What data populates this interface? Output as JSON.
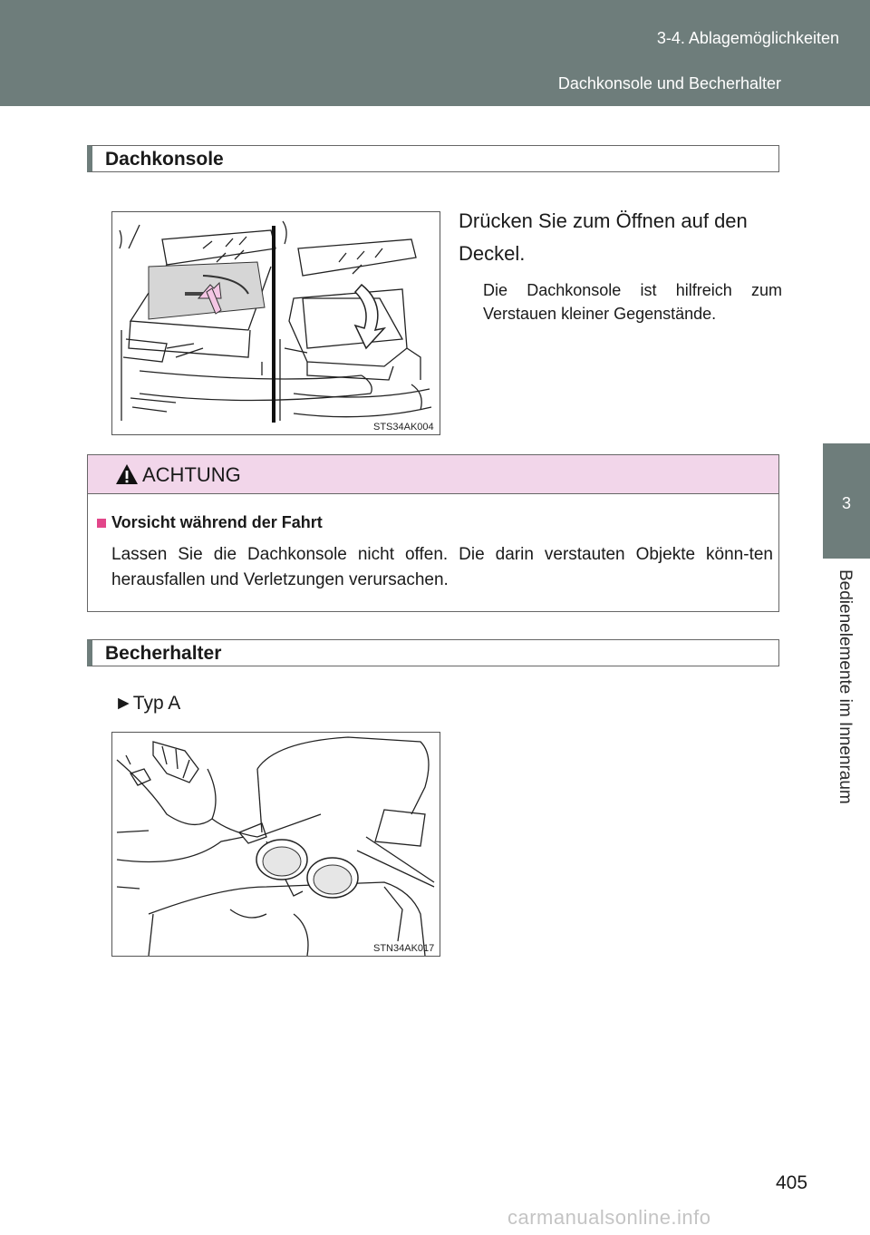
{
  "header": {
    "chapter": "3-4. Ablagemöglichkeiten",
    "section": "Dachkonsole und Becherhalter"
  },
  "side_tab": {
    "number": "3",
    "label": "Bedienelemente im Innenraum"
  },
  "section1": {
    "title": "Dachkonsole",
    "lead": "Drücken Sie zum Öffnen auf den Deckel.",
    "sub": "Die Dachkonsole ist hilfreich zum Verstauen kleiner Gegenstände.",
    "figure_code": "STS34AK004"
  },
  "warning": {
    "title": "ACHTUNG",
    "item_title": "Vorsicht während der Fahrt",
    "item_text": "Lassen Sie die Dachkonsole nicht offen. Die darin verstauten Objekte könn-ten herausfallen und Verletzungen verursachen."
  },
  "section2": {
    "title": "Becherhalter",
    "type_label": "►Typ A",
    "figure_code": "STN34AK017"
  },
  "page_number": "405",
  "watermark": "carmanualsonline.info"
}
